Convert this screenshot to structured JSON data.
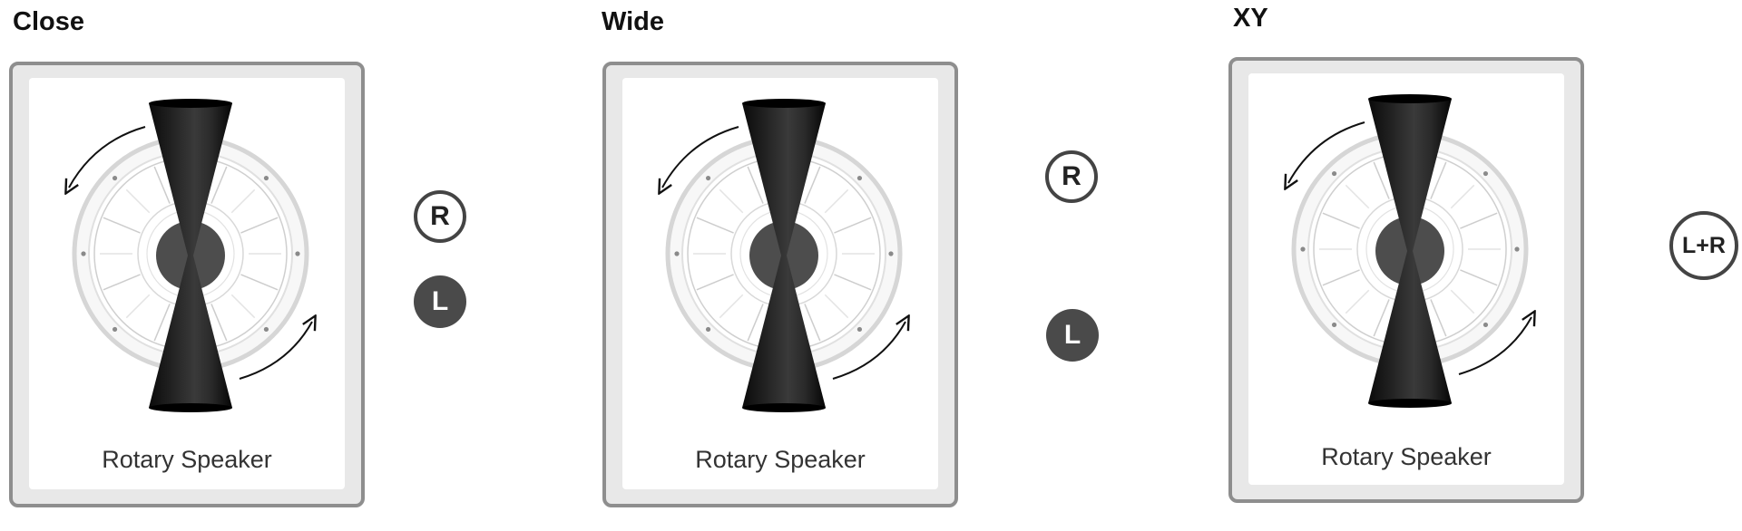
{
  "diagrams": [
    {
      "title": "Close",
      "caption": "Rotary Speaker",
      "badges": [
        {
          "text": "R",
          "style": "outline"
        },
        {
          "text": "L",
          "style": "filled"
        }
      ]
    },
    {
      "title": "Wide",
      "caption": "Rotary Speaker",
      "badges": [
        {
          "text": "R",
          "style": "outline"
        },
        {
          "text": "L",
          "style": "filled"
        }
      ]
    },
    {
      "title": "XY",
      "caption": "Rotary Speaker",
      "badges": [
        {
          "text": "L+R",
          "style": "outline"
        }
      ]
    }
  ],
  "colors": {
    "card_border": "#8e8e8e",
    "card_fill": "#e8e8e8",
    "horn_dark": "#111111",
    "badge_filled": "#4a4a4a"
  },
  "icons": [
    "rotary-speaker-icon",
    "rotation-arrow-icon",
    "channel-badge"
  ]
}
